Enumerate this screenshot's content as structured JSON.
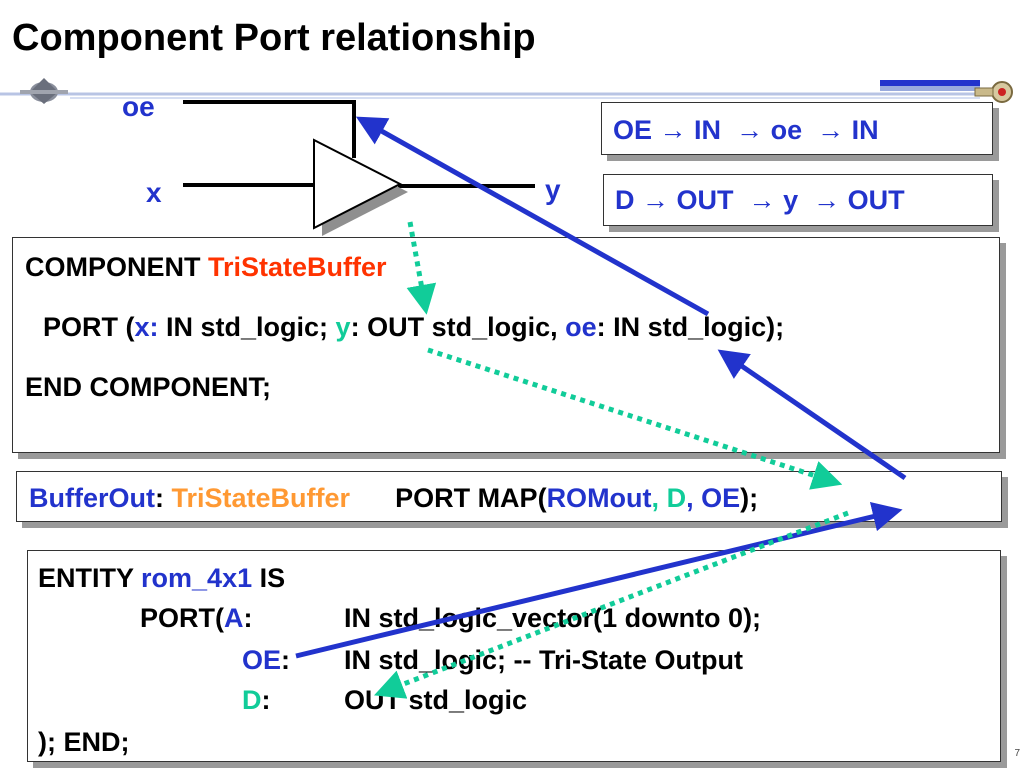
{
  "title": "Component Port relationship",
  "signals": {
    "oe": "oe",
    "x": "x",
    "y": "y"
  },
  "mapping_oe": {
    "a": "OE",
    "b": "IN",
    "c": "oe",
    "d": "IN",
    "arrow": "→"
  },
  "mapping_d": {
    "a": "D",
    "b": "OUT",
    "c": "y",
    "d": "OUT",
    "arrow": "→"
  },
  "component": {
    "kw": "COMPONENT",
    "name": "TriStateBuffer",
    "port_open": "PORT (",
    "p1": "x:",
    "p1_type": " IN std_logic; ",
    "p2": "y",
    "p2_type": ": OUT std_logic, ",
    "p3": "oe",
    "p3_type": ": IN std_logic);",
    "end": "END COMPONENT;"
  },
  "instance": {
    "label": "BufferOut",
    "colon": ":",
    "comp": "TriStateBuffer",
    "portmap": "PORT MAP(",
    "a1": "ROMout",
    "sep1": ",",
    "a2": "D",
    "sep2": ",",
    "a3": "OE",
    "close": ");"
  },
  "entity": {
    "kw": "ENTITY",
    "name": "rom_4x1",
    "is": "IS",
    "port_kw": "PORT(",
    "pA": "A",
    "pA_colon": ":",
    "pA_type": "IN std_logic_vector(1 downto 0);",
    "pOE": "OE",
    "pOE_colon": ":",
    "pOE_type": "IN std_logic; -- Tri-State Output",
    "pD": "D",
    "pD_colon": ":",
    "pD_type": "OUT std_logic",
    "end": "); END;"
  },
  "colors": {
    "blue": "#2233cc",
    "red": "#ff3300",
    "orange": "#ff9933",
    "teal": "#11cc99"
  },
  "icons": [
    "starship-icon",
    "key-icon"
  ],
  "page_number": "7"
}
